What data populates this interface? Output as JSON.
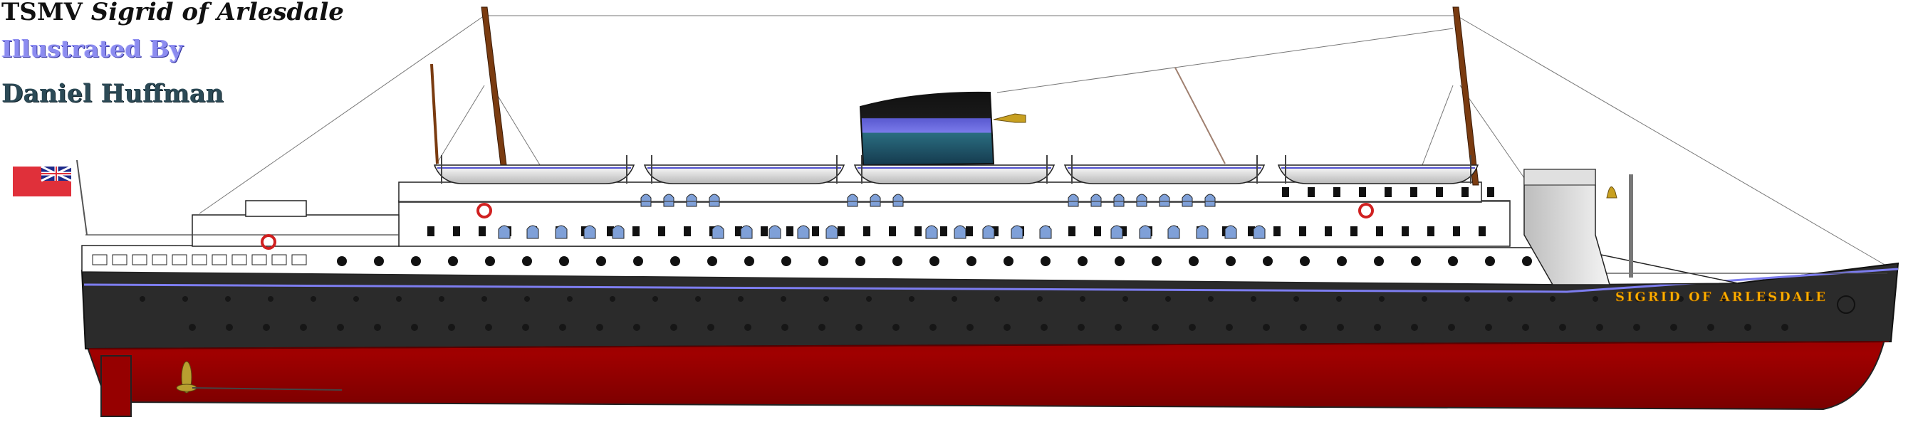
{
  "caption": {
    "prefix": "TSMV",
    "ship_name": "Sigrid of Arlesdale",
    "line2": "Illustrated By",
    "line3": "Daniel Huffman"
  },
  "hull_name": "SIGRID OF ARLESDALE",
  "colors": {
    "hull_upper": "#2a2a2a",
    "hull_lower": "#960000",
    "superstructure": "#ffffff",
    "funnel_top": "#1a1a1a",
    "funnel_mid": "#6b6be0",
    "funnel_low": "#1d4a63",
    "mast": "#7a3b10",
    "flag": "#e0303a",
    "hull_name": "#ffb000"
  },
  "icons": [
    "red-ensign-icon",
    "lifebuoy-icon",
    "bell-icon",
    "horn-icon",
    "propeller-icon",
    "anchor-icon"
  ]
}
